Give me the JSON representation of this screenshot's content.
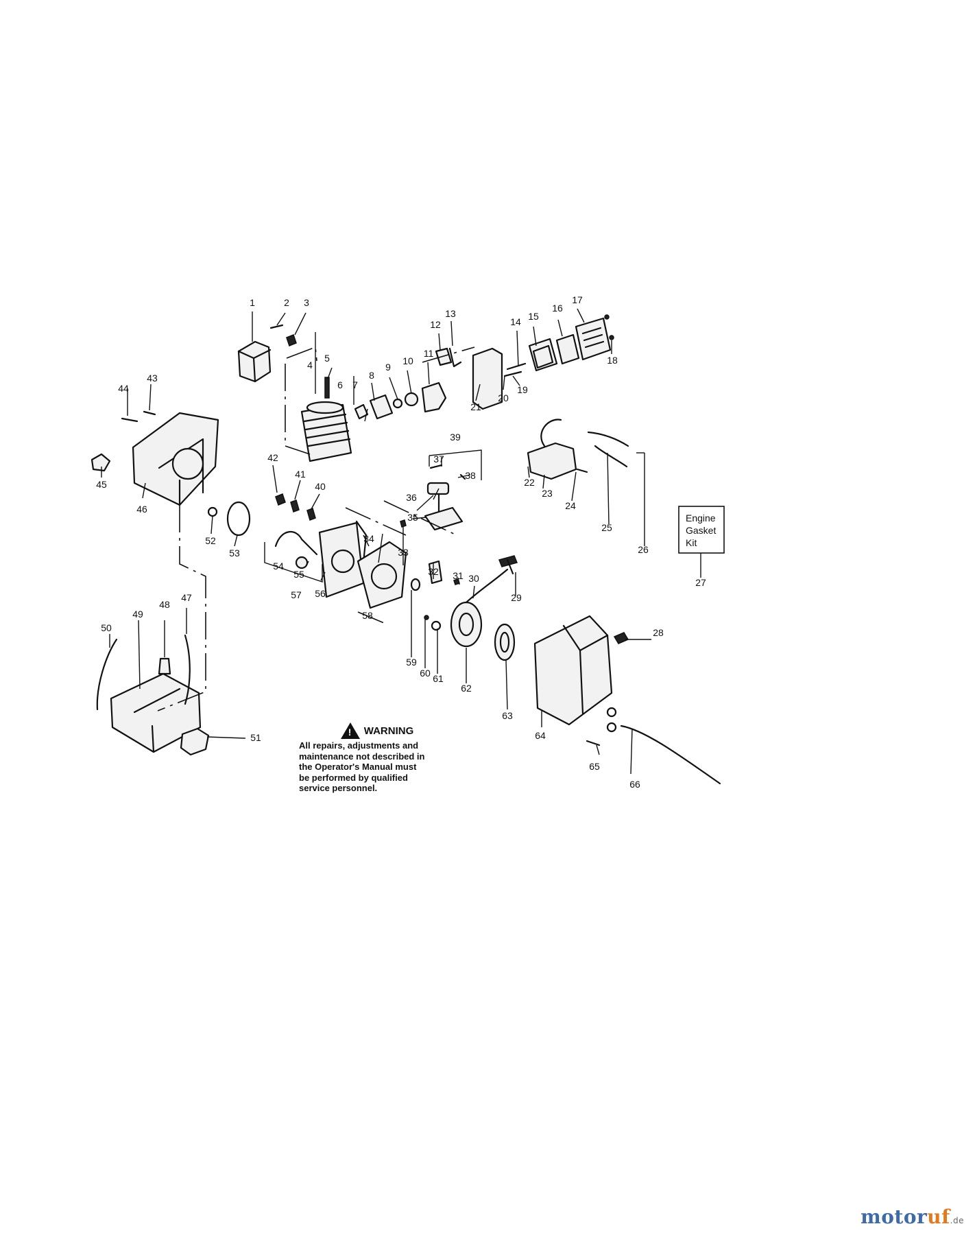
{
  "callouts": [
    "1",
    "2",
    "3",
    "4",
    "5",
    "6",
    "7",
    "8",
    "9",
    "10",
    "11",
    "12",
    "13",
    "14",
    "15",
    "16",
    "17",
    "18",
    "19",
    "20",
    "21",
    "22",
    "23",
    "24",
    "25",
    "26",
    "27",
    "28",
    "29",
    "30",
    "31",
    "32",
    "33",
    "34",
    "35",
    "36",
    "37",
    "38",
    "39",
    "40",
    "41",
    "42",
    "43",
    "44",
    "45",
    "46",
    "47",
    "48",
    "49",
    "50",
    "51",
    "52",
    "53",
    "54",
    "55",
    "56",
    "57",
    "58",
    "59",
    "60",
    "61",
    "62",
    "63",
    "64",
    "65",
    "66"
  ],
  "kit_box": {
    "lines": [
      "Engine",
      "Gasket",
      "Kit"
    ]
  },
  "warning": {
    "title": "WARNING",
    "lines": [
      "All repairs, adjustments and",
      "maintenance not described in",
      "the Operator's Manual must",
      "be performed by qualified",
      "service personnel."
    ]
  },
  "watermark": {
    "part_a": "motor",
    "part_b": "uf",
    "tld": ".de"
  },
  "colors": {
    "ink": "#111111",
    "watermark_blue": "#3f6aa8",
    "watermark_orange": "#e07a1e"
  }
}
